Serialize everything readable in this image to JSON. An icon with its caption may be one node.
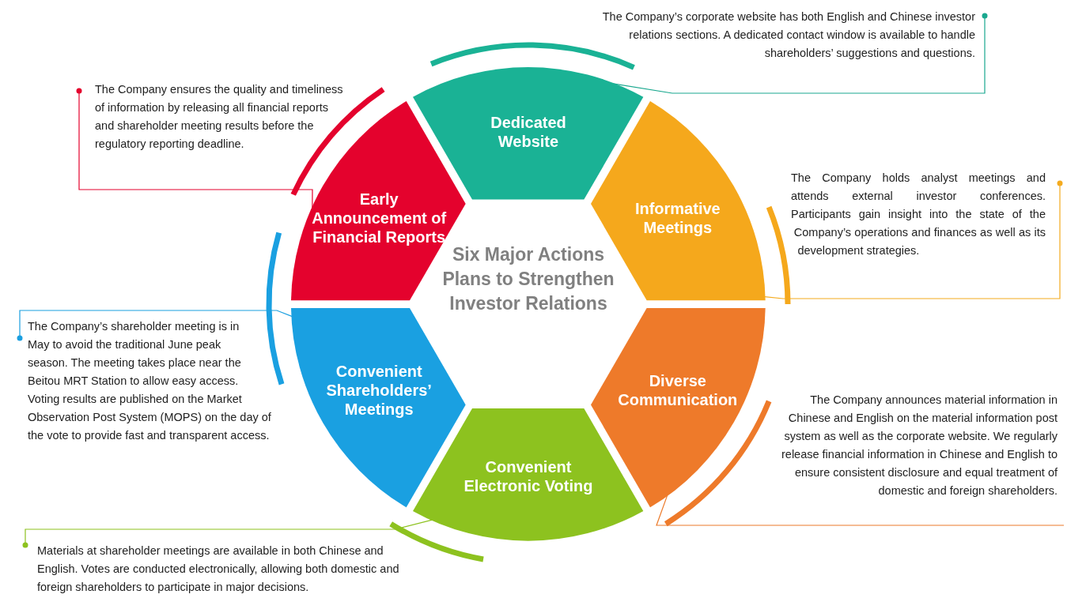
{
  "diagram": {
    "nodes": [
      {
        "text": [
          "Six Major Actions Plans to Strengthen Investor Relations"
        ]
      },
      {
        "text": [
          "Dedicated Website"
        ]
      },
      {
        "text": [
          "Informative Meetings"
        ]
      },
      {
        "text": [
          "Diverse Communication"
        ]
      },
      {
        "text": [
          "Convenient Electronic Voting"
        ]
      },
      {
        "text": [
          "Convenient Shareholders’ Meetings"
        ]
      },
      {
        "text": [
          "Early Announcement of Financial Reports"
        ]
      },
      {
        "text": [
          "The Company’s corporate website has both English and Chinese investor relations sections. A dedicated contact window is available to handle shareholders’ suggestions and questions."
        ]
      },
      {
        "text": [
          "The Company holds analyst meetings and attends external investor conferences. Participants gain insight into the state of the Company’s operations and finances as well as its development strategies."
        ]
      },
      {
        "text": [
          "The Company announces material information in Chinese and English on the material information post system as well as the corporate website. We regularly release financial information in Chinese and English to ensure consistent disclosure and equal treatment of domestic and foreign shareholders."
        ]
      },
      {
        "text": [
          "Materials at shareholder meetings are available in both Chinese and English. Votes are conducted electronically, allowing both domestic and foreign shareholders to participate in major decisions."
        ]
      },
      {
        "text": [
          "The Company’s shareholder meeting is in May to avoid the traditional June peak season. The meeting takes place near the Beitou MRT Station to allow easy access. Voting results are published on the Market Observation Post System (MOPS) on the day of the vote to provide fast and transparent access."
        ]
      },
      {
        "text": [
          "The Company ensures the quality and timeliness of information by releasing all financial reports and shareholder meeting results before the regulatory reporting deadline."
        ]
      }
    ],
    "edges": [
      {
        "from": 7,
        "to": 1,
        "arrow": "other",
        "color": "#1aa88f"
      },
      {
        "from": 8,
        "to": 2,
        "arrow": "other",
        "color": "#f4ab1f"
      },
      {
        "from": 9,
        "to": 3,
        "arrow": "none",
        "color": "#ec7a2a"
      },
      {
        "from": 10,
        "to": 4,
        "arrow": "other",
        "color": "#8dc21f"
      },
      {
        "from": 11,
        "to": 5,
        "arrow": "other",
        "color": "#1a9fe0"
      },
      {
        "from": 12,
        "to": 6,
        "arrow": "other",
        "color": "#e4022d"
      }
    ]
  }
}
